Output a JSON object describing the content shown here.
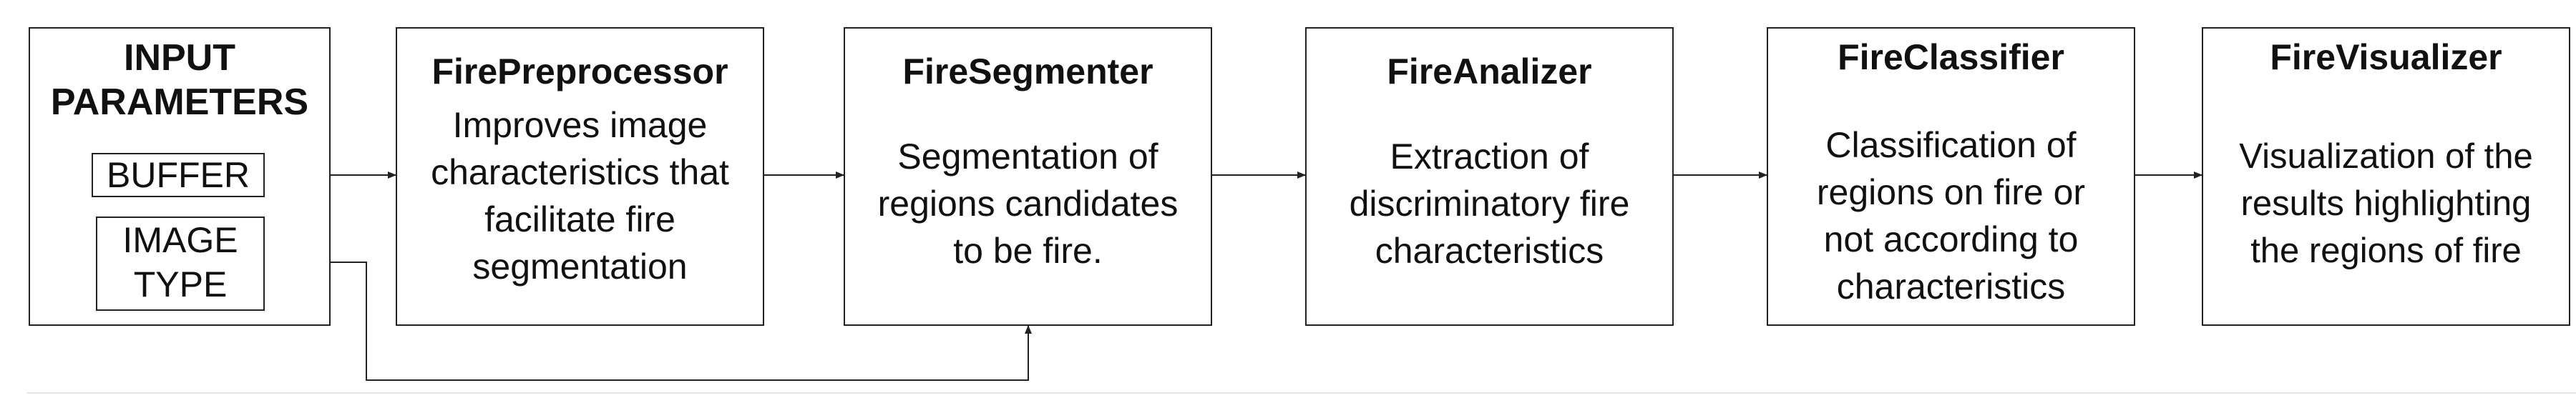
{
  "input_box": {
    "title": "INPUT\nPARAMETERS",
    "params": [
      "BUFFER",
      "IMAGE\nTYPE"
    ]
  },
  "modules": [
    {
      "title": "FirePreprocessor",
      "description": "Improves image\ncharacteristics that\nfacilitate fire\nsegmentation"
    },
    {
      "title": "FireSegmenter",
      "description": "Segmentation of\nregions candidates\nto be fire."
    },
    {
      "title": "FireAnalizer",
      "description": "Extraction of\ndiscriminatory fire\ncharacteristics"
    },
    {
      "title": "FireClassifier",
      "description": "Classification of\nregions on fire or\nnot according to\ncharacteristics"
    },
    {
      "title": "FireVisualizer",
      "description": "Visualization of the\nresults highlighting\nthe regions of fire"
    }
  ],
  "colors": {
    "stroke": "#222222",
    "background": "#ffffff",
    "footer": "#e6e6e6"
  }
}
